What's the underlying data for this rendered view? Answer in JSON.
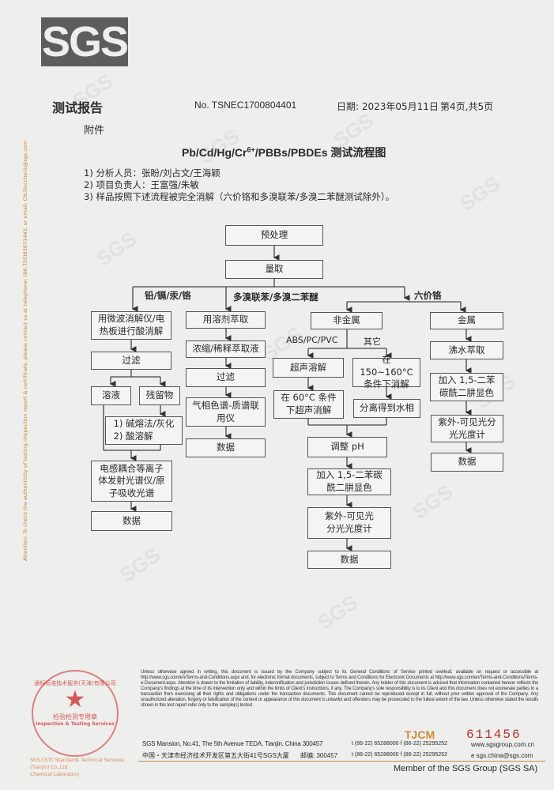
{
  "logo": "SGS",
  "header": {
    "title": "测试报告",
    "report_no": "No. TSNEC1700804401",
    "date": "日期: 2023年05月11日",
    "page": "第4页,共5页"
  },
  "annex": "附件",
  "doc_title": {
    "main": "Pb/Cd/Hg/Cr",
    "sup": "6+",
    "rest": "/PBBs/PBDEs  测试流程图"
  },
  "notes": [
    "1) 分析人员：张盼/刘占文/王海颖",
    "2) 项目负责人：王富强/朱敏",
    "3) 样品按照下述流程被完全消解（六价铬和多溴联苯/多溴二苯醚测试除外）。"
  ],
  "flow": {
    "pretreat": "预处理",
    "measure": "量取",
    "branch_labels": [
      "铅/镉/汞/铬",
      "多溴联苯/多溴二苯醚",
      "六价铬"
    ],
    "col1": [
      "用微波消解仪/电\n热板进行酸消解",
      "过滤",
      "溶液",
      "残留物",
      "1) 碱熔法/灰化\n2) 酸溶解",
      "电感耦合等离子\n体发射光谱仪/原\n子吸收光谱",
      "数据"
    ],
    "col2": [
      "用溶剂萃取",
      "浓缩/稀释萃取液",
      "过滤",
      "气相色谱-质谱联\n用仪",
      "数据"
    ],
    "col3": {
      "nonmetal": "非金属",
      "sub_labels": [
        "ABS/PC/PVC",
        "其它"
      ],
      "steps": [
        "超声溶解",
        "在 150~160°C\n条件下消解",
        "在 60°C 条件\n下超声消解",
        "分离得到水相",
        "调整 pH",
        "加入 1,5-二苯碳\n酰二肼显色",
        "紫外-可见光\n分光光度计",
        "数据"
      ]
    },
    "col4": [
      "金属",
      "沸水萃取",
      "加入 1,5-二苯\n碳酰二肼显色",
      "紫外-可见光分\n光光度计",
      "数据"
    ]
  },
  "side_notice": "Attention: To check the authenticity of testing /inspection report & certificate, please contact us at telephone: (86-755)83071443, or email: CN.Doccheck@sgs.com",
  "legal": "Unless otherwise agreed in writing, this document is issued by the Company subject to its General Conditions of Service printed overleaf, available on request or accessible at http://www.sgs.com/en/Terms-and-Conditions.aspx and, for electronic format documents, subject to Terms and Conditions for Electronic Documents at http://www.sgs.com/en/Terms-and-Conditions/Terms-e-Document.aspx. Attention is drawn to the limitation of liability, indemnification and jurisdiction issues defined therein. Any holder of this document is advised that information contained hereon reflects the Company's findings at the time of its intervention only and within the limits of Client's instructions, if any. The Company's sole responsibility is to its Client and this document does not exonerate parties to a transaction from exercising all their rights and obligations under the transaction documents. This document cannot be reproduced except in full, without prior written approval of the Company. Any unauthorized alteration, forgery or falsification of the content or appearance of this document is unlawful and offenders may be prosecuted to the fullest extent of the law. Unless otherwise stated the results shown in this test report refer only to the sample(s) tested .",
  "stamp": {
    "ring": "通标标准技术服务(天津)有限公司",
    "center": "检验检测专用章",
    "en": "Inspection & Testing Services",
    "below1": "SGS-CSTC Standards Technical Services (Tianjin) Co.,Ltd",
    "below2": "Chemical Laboratory"
  },
  "footer": {
    "code": "TJCM",
    "serial": "611456",
    "addr_en": "SGS Mansion, No.41, The 5th Avenue TEDA, Tianjin, China 300457",
    "addr_cn": "中国・天津市经济技术开发区第五大街41号SGS大厦",
    "postcode_cn": "邮编: 300457",
    "tel1": "t (86-22) 65288000   f (86-22) 25295252",
    "tel2": "t (86-22) 65288000   f (86-22) 25295252",
    "web": "www.sgsgroup.com.cn",
    "email": "e  sgs.china@sgs.com",
    "member": "Member of the SGS Group (SGS SA)"
  },
  "colors": {
    "accent_orange": "#c9832e",
    "stamp_red": "#c82828",
    "serial_red": "#b03030"
  }
}
